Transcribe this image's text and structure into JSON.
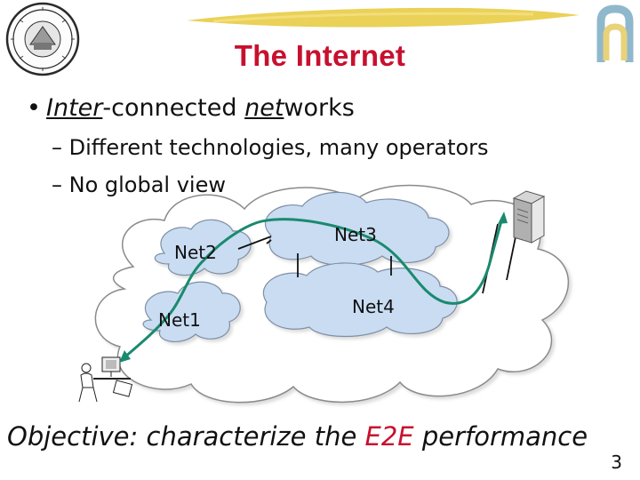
{
  "slide": {
    "title": "The Internet",
    "bullet": {
      "part1": "Inter",
      "part2": "-connected ",
      "part3": "net",
      "part4": "works"
    },
    "sub_bullets": [
      "– Different technologies, many operators",
      "– No global view"
    ],
    "networks": {
      "net1": "Net1",
      "net2": "Net2",
      "net3": "Net3",
      "net4": "Net4"
    },
    "objective": {
      "prefix": "Objective: characterize the ",
      "highlight": "E2E",
      "suffix": " performance"
    },
    "page_number": "3"
  },
  "colors": {
    "title": "#c8102e",
    "highlight": "#c8102e",
    "top_stroke": "#e8cc45",
    "cloud_fill": "#c9dcf2",
    "big_cloud_fill": "#ffffff",
    "path_green": "#1a8a6e"
  },
  "icons": [
    "university-seal-icon",
    "institute-logo-icon",
    "server-icon",
    "user-workstation-icon"
  ]
}
